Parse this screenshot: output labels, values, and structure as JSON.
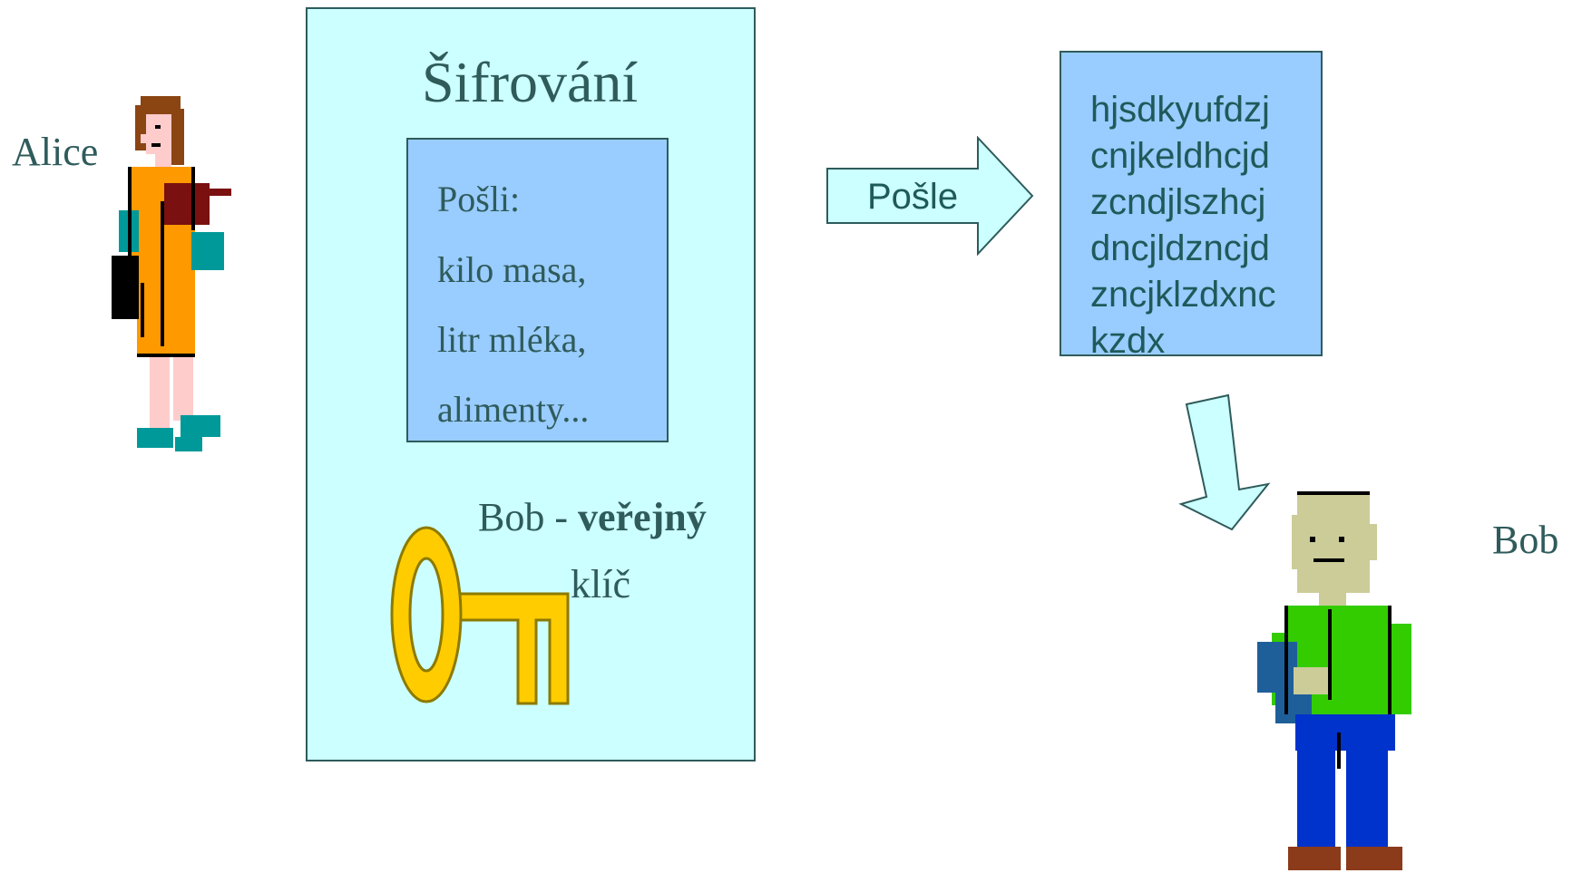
{
  "alice": {
    "label": "Alice"
  },
  "bob": {
    "label": "Bob"
  },
  "panel": {
    "title": "Šifrování",
    "message_lines": [
      "Pošli:",
      "kilo masa,",
      "litr mléka,",
      "alimenty..."
    ],
    "key_label_prefix": "Bob - ",
    "key_label_bold": "veřejný",
    "key_label_suffix": "klíč"
  },
  "arrow": {
    "label": "Pošle"
  },
  "ciphertext": {
    "text": "hjsdkyufdzj\ncnjkeldhcjd\nzcndjlszhcj\ndncjldzncjd\nzncjklzdxnc\nkzdx"
  },
  "colors": {
    "panel_bg": "#ccffff",
    "box_bg": "#99ccff",
    "border": "#2f5b5b",
    "key": "#ffcc00"
  }
}
